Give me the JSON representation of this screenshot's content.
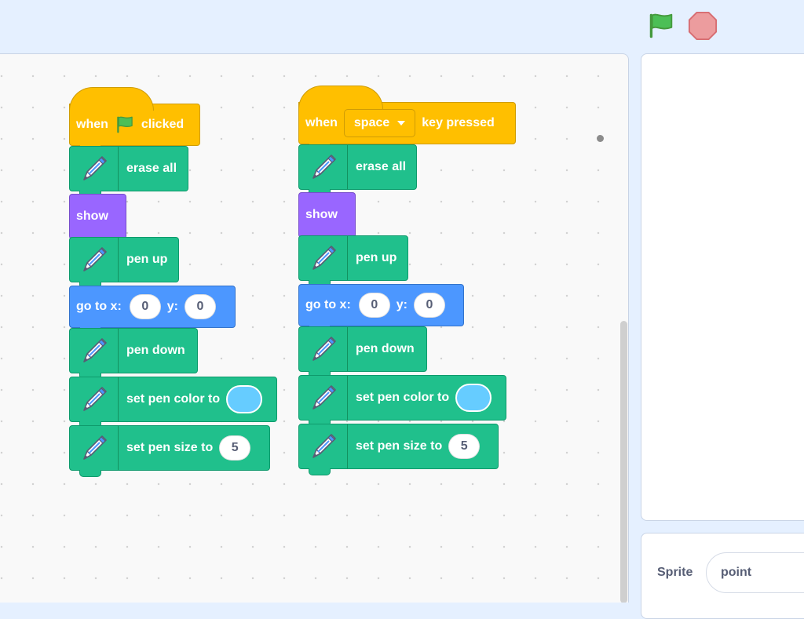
{
  "controls": {
    "green_flag_icon": "green-flag-icon",
    "stop_icon": "stop-icon"
  },
  "scripts": [
    {
      "hat": {
        "when": "when",
        "clicked": "clicked"
      },
      "erase_all": "erase all",
      "show": "show",
      "pen_up": "pen up",
      "go_to": {
        "x_label": "go to x:",
        "x": "0",
        "y_label": "y:",
        "y": "0"
      },
      "pen_down": "pen down",
      "set_color": "set pen color to",
      "set_size": {
        "label": "set pen size to",
        "value": "5"
      }
    },
    {
      "hat": {
        "when": "when",
        "key": "space",
        "key_pressed": "key pressed"
      },
      "erase_all": "erase all",
      "show": "show",
      "pen_up": "pen up",
      "go_to": {
        "x_label": "go to x:",
        "x": "0",
        "y_label": "y:",
        "y": "0"
      },
      "pen_down": "pen down",
      "set_color": "set pen color to",
      "set_size": {
        "label": "set pen size to",
        "value": "5"
      }
    }
  ],
  "pen_color_value": "#66ccff",
  "sprite": {
    "label": "Sprite",
    "name": "point"
  }
}
